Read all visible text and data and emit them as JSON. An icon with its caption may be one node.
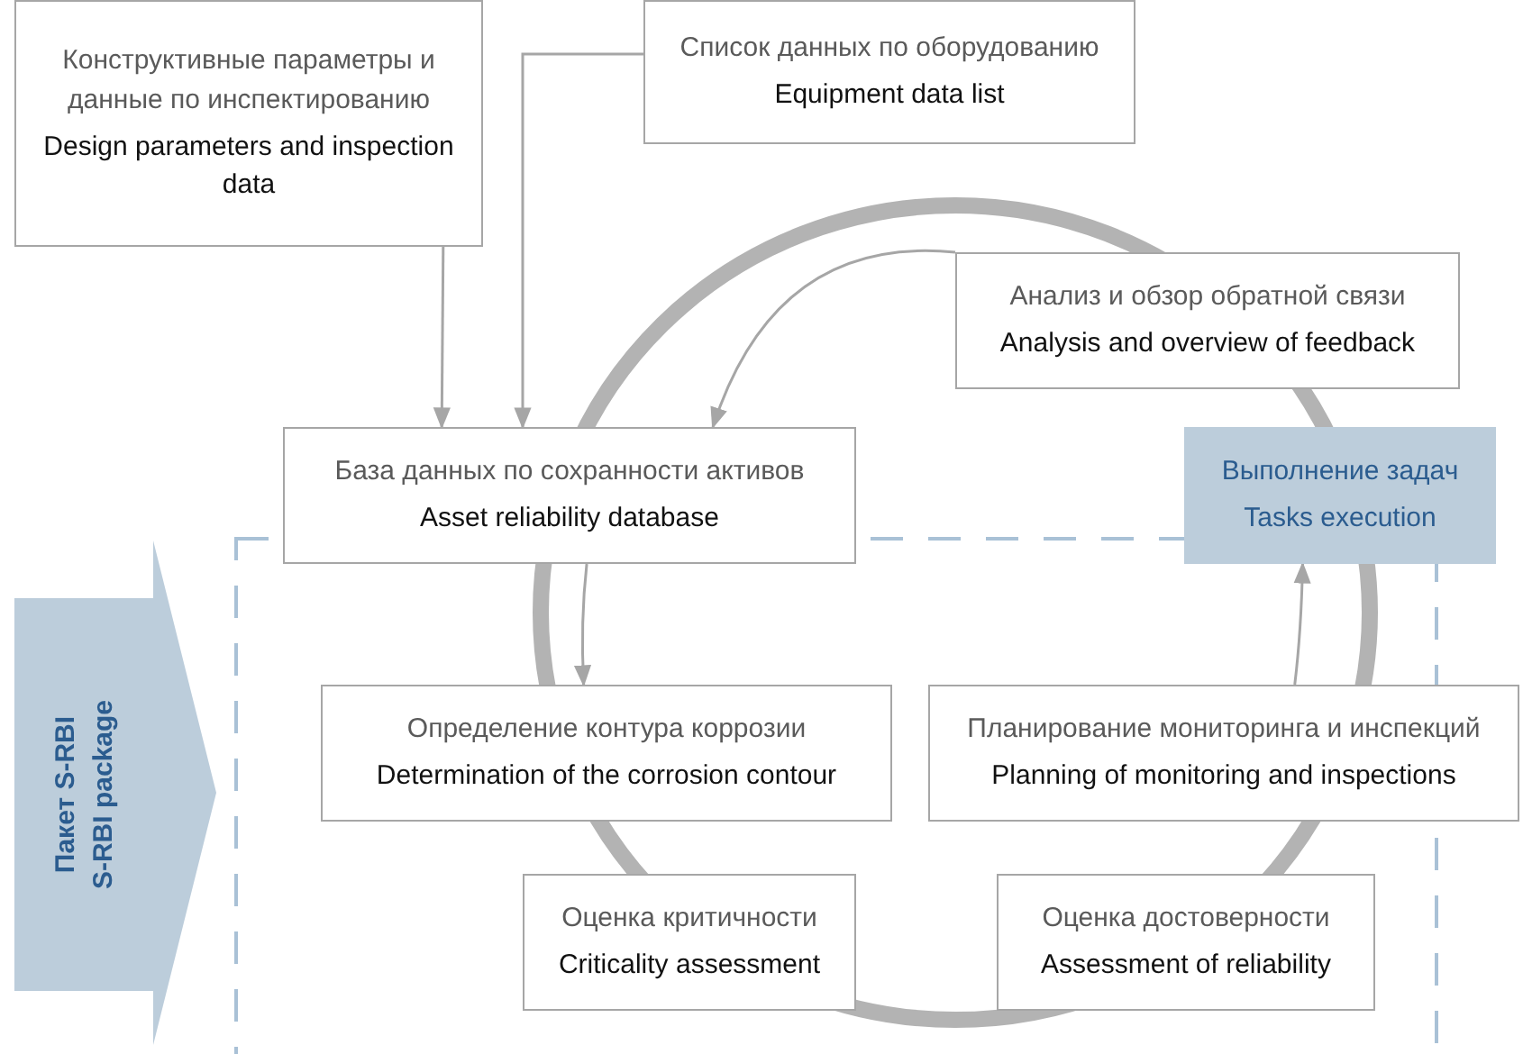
{
  "diagram": {
    "nodes": [
      {
        "text": [
          "Конструктивные параметры и данные по инспектированию",
          "Design parameters and inspection data"
        ]
      },
      {
        "text": [
          "Список данных по оборудованию",
          "Equipment data list"
        ]
      },
      {
        "text": [
          "Анализ и обзор обратной связи",
          "Analysis and overview of feedback"
        ]
      },
      {
        "text": [
          "База данных по сохранности активов",
          "Asset reliability database"
        ]
      },
      {
        "text": [
          "Выполнение задач",
          "Tasks execution"
        ]
      },
      {
        "text": [
          "Определение контура коррозии",
          "Determination of the corrosion contour"
        ]
      },
      {
        "text": [
          "Планирование мониторинга и инспекций",
          "Planning of monitoring and inspections"
        ]
      },
      {
        "text": [
          "Оценка критичности",
          "Criticality assessment"
        ]
      },
      {
        "text": [
          "Оценка достоверности",
          "Assessment of reliability"
        ]
      },
      {
        "text": [
          "Пакет S-RBI",
          "S-RBI package"
        ]
      }
    ],
    "edges": [
      {
        "from": 0,
        "to": 3,
        "arrow": "to"
      },
      {
        "from": 1,
        "to": 3,
        "arrow": "to"
      },
      {
        "from": 2,
        "to": 3,
        "arrow": "to"
      },
      {
        "from": 3,
        "to": 5,
        "arrow": "to"
      },
      {
        "from": 6,
        "to": 4,
        "arrow": "to"
      }
    ]
  }
}
